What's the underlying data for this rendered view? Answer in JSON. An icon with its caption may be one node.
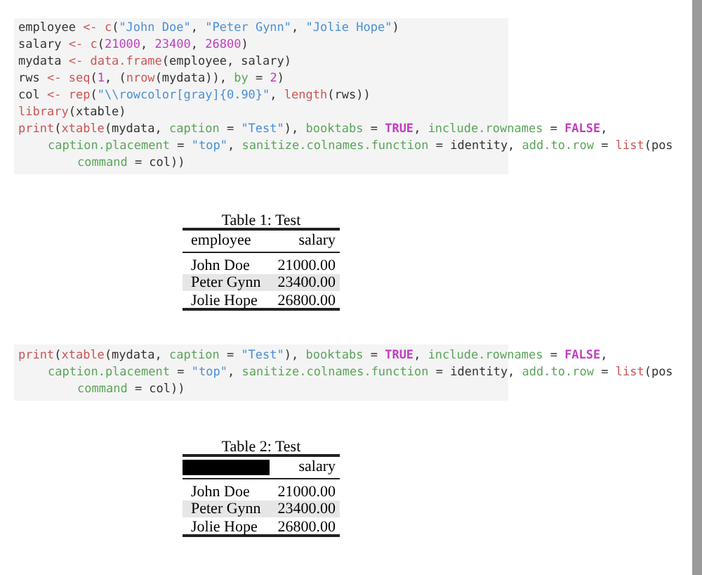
{
  "diagram": {
    "labels": [
      "employee <- c(\"John Doe\", \"Peter Gynn\", \"Jolie Hope\")",
      "salary <- c(21000, 23400, 26800)",
      "mydata <- data.frame(employee, salary)",
      "rws <- seq(1, (nrow(mydata)), by = 2)",
      "col <- rep(\"\\\\rowcolor[gray]{0.90}\", length(rws))",
      "library(xtable)",
      "print(xtable(mydata, caption = \"Test\"), booktabs = TRUE, include.rownames = FALSE,",
      "caption.placement = \"top\", sanitize.colnames.function = identity, add.to.row = list(pos",
      "command = col))",
      "Table 1: Test",
      "employee",
      "salary",
      "John Doe",
      "21000.00",
      "Peter Gynn",
      "23400.00",
      "Jolie Hope",
      "26800.00",
      "print(xtable(mydata, caption = \"Test\"), booktabs = TRUE, include.rownames = FALSE,",
      "caption.placement = \"top\", sanitize.colnames.function = identity, add.to.row = list(pos",
      "command = col))",
      "Table 2: Test",
      "salary",
      "John Doe",
      "21000.00",
      "Peter Gynn",
      "23400.00",
      "Jolie Hope",
      "26800.00"
    ]
  }
}
